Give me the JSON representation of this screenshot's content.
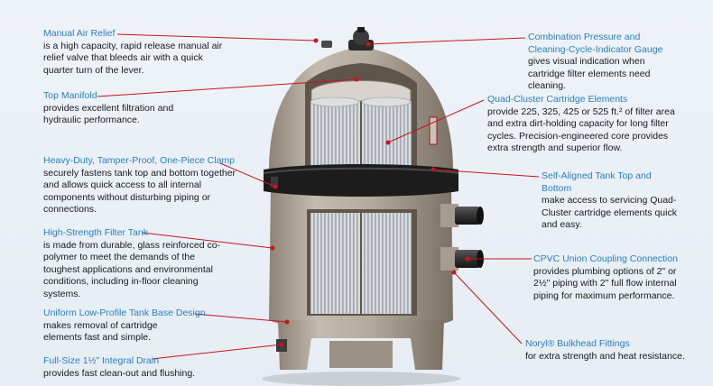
{
  "callouts": {
    "air_relief": {
      "title": "Manual Air Relief",
      "desc": "is a high capacity, rapid release manual air relief valve that bleeds air with a quick quarter turn of the lever."
    },
    "top_manifold": {
      "title": "Top Manifold",
      "desc": "provides excellent filtration and hydraulic performance."
    },
    "clamp": {
      "title": "Heavy-Duty, Tamper-Proof, One-Piece Clamp",
      "desc": "securely fastens tank top and bottom together and allows quick access to all internal components without disturbing piping or connections."
    },
    "tank": {
      "title": "High-Strength Filter Tank",
      "desc": "is made from durable, glass reinforced co-polymer to meet the demands of the toughest applications and environmental conditions, including in-floor cleaning systems."
    },
    "base": {
      "title": "Uniform Low-Profile Tank Base Design",
      "desc": "makes removal of cartridge elements fast and simple."
    },
    "drain": {
      "title": "Full-Size 1½\" Integral Drain",
      "desc": "provides fast clean-out and flushing."
    },
    "gauge": {
      "title": "Combination Pressure and Cleaning-Cycle-Indicator Gauge",
      "desc": "gives visual indication when cartridge filter elements need cleaning."
    },
    "elements": {
      "title": "Quad-Cluster Cartridge Elements",
      "desc": "provide 225, 325, 425 or 525 ft.² of filter area and extra dirt-holding capacity for long filter cycles. Precision-engineered core provides extra strength and superior flow."
    },
    "aligned": {
      "title": "Self-Aligned Tank Top and Bottom",
      "desc": "make access to servicing Quad-Cluster cartridge elements quick and easy."
    },
    "union": {
      "title": "CPVC Union Coupling Connection",
      "desc": "provides plumbing options of 2\" or 2½\" piping with 2\"  full flow internal piping for maximum performance."
    },
    "fittings": {
      "title": "Noryl® Bulkhead Fittings",
      "desc": "for extra strength and heat resistance."
    }
  },
  "colors": {
    "accent_text": "#2a7fc0",
    "leader_line": "#c8141e",
    "tank_body": "#b2a89b",
    "clamp_band": "#1c1c1c"
  }
}
